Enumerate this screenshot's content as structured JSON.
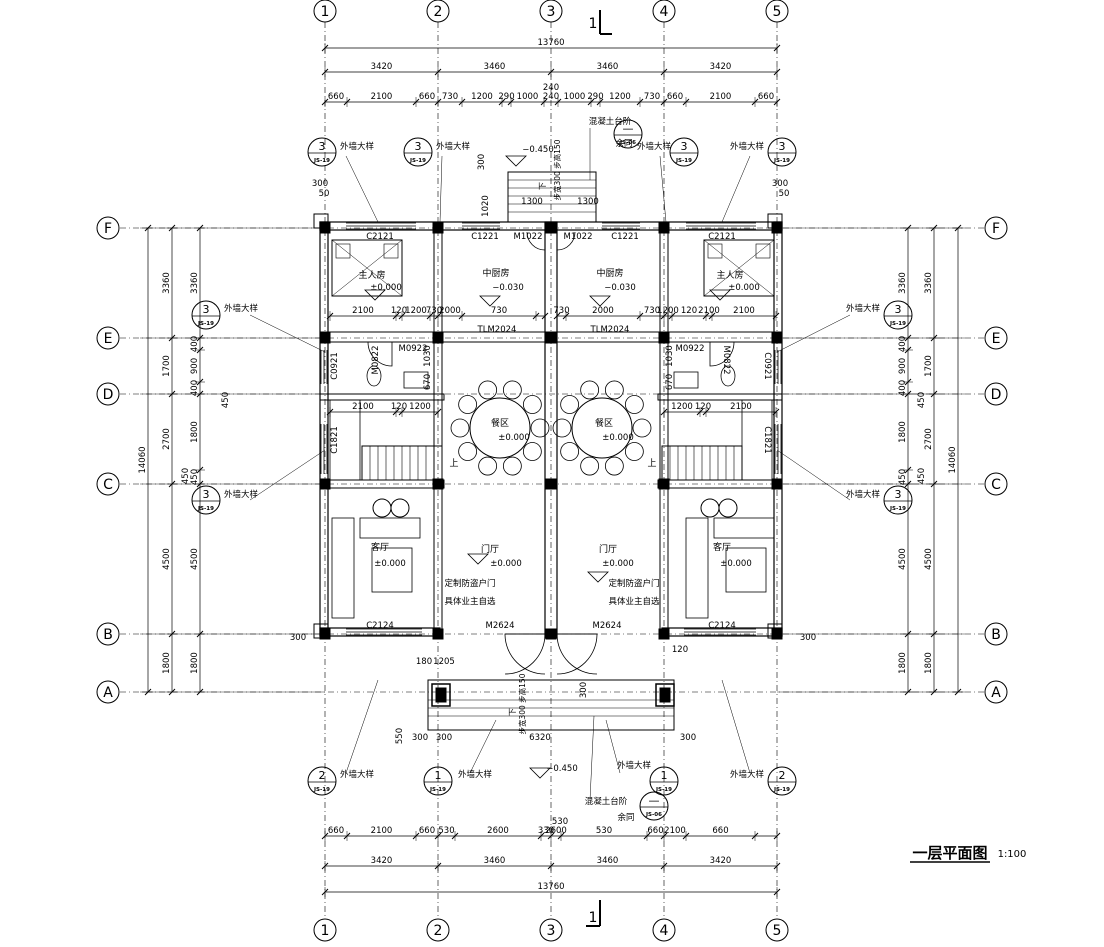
{
  "drawing": {
    "title": "一层平面图",
    "scale": "1:100"
  },
  "colors": {
    "line": "#000000",
    "paper": "#ffffff"
  },
  "axes": {
    "columns": [
      "1",
      "2",
      "3",
      "4",
      "5"
    ],
    "rows": [
      "F",
      "E",
      "D",
      "C",
      "B",
      "A"
    ]
  },
  "section_mark": "1",
  "dims": {
    "overall": "13760",
    "bays": [
      "3420",
      "3460",
      "3460",
      "3420"
    ],
    "top_detail": [
      "660",
      "2100",
      "660",
      "730",
      "1200",
      "290",
      "1000",
      "240",
      "1000",
      "290",
      "1200",
      "730",
      "660",
      "2100",
      "660"
    ],
    "top_extra": "240",
    "bottom_detail": [
      "660",
      "2100",
      "660",
      "530",
      "2600",
      "330",
      "2600",
      "530",
      "660",
      "2100",
      "660"
    ],
    "bottom_extra": "530",
    "side_overall": "14060",
    "side_bays": [
      "3360",
      "1700",
      "2700",
      "4500",
      "1800"
    ],
    "side_inner": [
      "3360",
      "400",
      "900",
      "400",
      "1800",
      "450",
      "4500",
      "1800"
    ],
    "side_450": "450",
    "small": [
      "300",
      "50",
      "300",
      "50",
      "300",
      "300",
      "50",
      "300",
      "50"
    ],
    "room_inner": [
      "2100",
      "120",
      "1200",
      "730",
      "2000",
      "730"
    ],
    "stair_inner": [
      "2100",
      "120",
      "1200"
    ],
    "porch": [
      "6320",
      "300",
      "300",
      "550",
      "300",
      "180",
      "1205",
      "120",
      "1030",
      "670",
      "1020",
      "1300",
      "1300"
    ]
  },
  "windows": {
    "c2121": "C2121",
    "c1221": "C1221",
    "m1022": "M1022",
    "tlm2024": "TLM2024",
    "m0922": "M0922",
    "m0822": "M0822",
    "c0921": "C0921",
    "c1821": "C1821",
    "c2124": "C2124",
    "m2624": "M2624"
  },
  "rooms": {
    "master": "主人房",
    "kitchen": "中厨房",
    "dining": "餐区",
    "foyer": "门厅",
    "living": "客厅"
  },
  "levels": {
    "zero": "±0.000",
    "kitchen": "−0.030",
    "outdoor": "−0.450"
  },
  "notes": {
    "ext_detail": "外墙大样",
    "concrete_steps": "混凝土台阶",
    "same_rest": "余同",
    "custom_door": "定制防盗户门",
    "owner_choose": "具体业主自选",
    "down": "下",
    "up": "上",
    "step_note": "步宽300 步高150"
  },
  "detail_refs": {
    "num3": "3",
    "num2": "2",
    "num1": "1",
    "sheet": "JS-19",
    "sheet2": "JS-06",
    "dash": "—"
  }
}
